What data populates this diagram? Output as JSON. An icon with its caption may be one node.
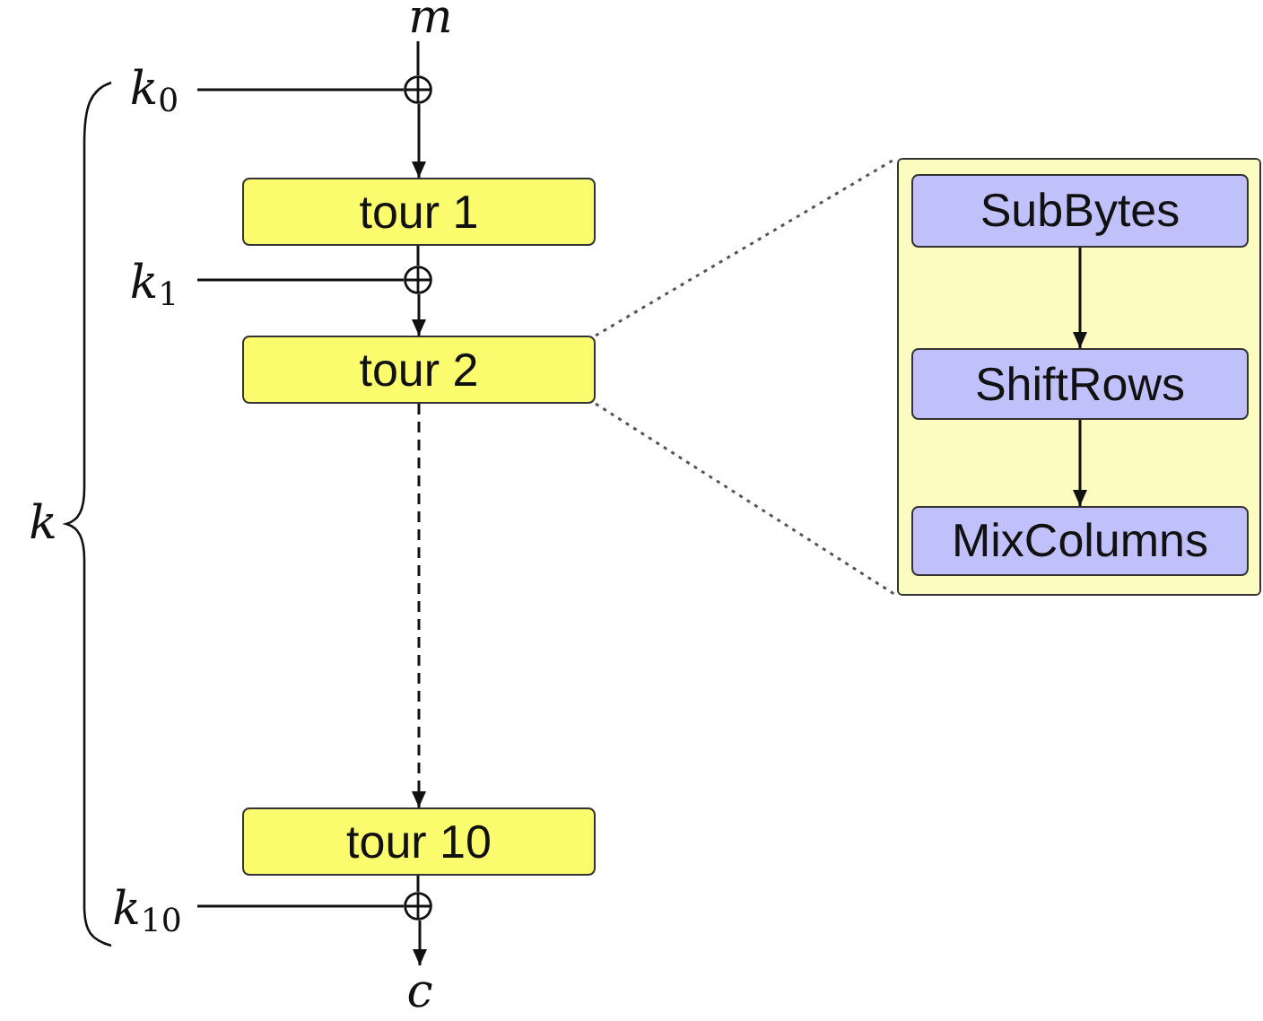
{
  "diagram": {
    "nodes": [
      {
        "text": [
          "m"
        ]
      },
      {
        "text": [],
        "shape": "circle"
      },
      {
        "text": [
          "k$_{0}$"
        ]
      },
      {
        "text": [
          "tour 1"
        ]
      },
      {
        "text": [],
        "shape": "circle"
      },
      {
        "text": [
          "k$_{1}$"
        ]
      },
      {
        "text": [
          "tour 2"
        ]
      },
      {
        "text": [
          "tour 10"
        ]
      },
      {
        "text": [],
        "shape": "circle"
      },
      {
        "text": [
          "k$_{10}$"
        ]
      },
      {
        "text": [
          "c"
        ]
      },
      {
        "text": [],
        "shape": "box"
      },
      {
        "text": [
          "SubBytes"
        ],
        "in": 11
      },
      {
        "text": [
          "ShiftRows"
        ],
        "in": 11
      },
      {
        "text": [
          "MixColumns"
        ],
        "in": 11
      }
    ],
    "edges": [
      {
        "from": 0,
        "to": 1,
        "arrow": "none"
      },
      {
        "from": 2,
        "to": 1,
        "arrow": "none"
      },
      {
        "from": 1,
        "to": 3,
        "arrow": "to"
      },
      {
        "from": 3,
        "to": 4,
        "arrow": "none"
      },
      {
        "from": 5,
        "to": 4,
        "arrow": "none"
      },
      {
        "from": 4,
        "to": 6,
        "arrow": "to"
      },
      {
        "from": 6,
        "to": 7,
        "arrow": "to",
        "style": "dashed"
      },
      {
        "from": 7,
        "to": 8,
        "arrow": "none"
      },
      {
        "from": 9,
        "to": 8,
        "arrow": "none"
      },
      {
        "from": 8,
        "to": 10,
        "arrow": "to"
      },
      {
        "from": 6,
        "to": 11,
        "arrow": "none",
        "style": "dashed"
      },
      {
        "from": 6,
        "to": 11,
        "arrow": "none",
        "style": "dashed"
      },
      {
        "from": 12,
        "to": 13,
        "arrow": "to"
      },
      {
        "from": 13,
        "to": 14,
        "arrow": "to"
      }
    ],
    "labels": [
      "k"
    ]
  }
}
